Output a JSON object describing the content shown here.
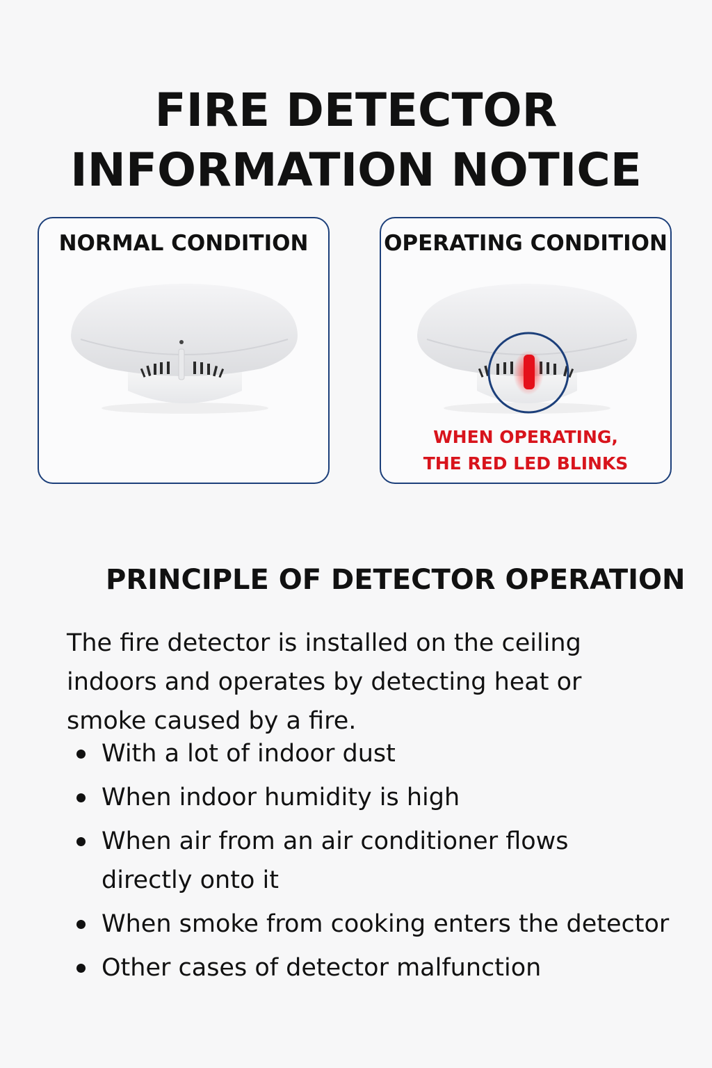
{
  "title": {
    "line1": "FIRE DETECTOR",
    "line2": "INFORMATION NOTICE"
  },
  "panels": {
    "normal": {
      "title": "NORMAL CONDITION"
    },
    "operating": {
      "title": "OPERATING CONDITION",
      "note_line1": "WHEN OPERATING,",
      "note_line2": "THE RED LED BLINKS"
    }
  },
  "colors": {
    "panel_border": "#1c3f7a",
    "led_red": "#e5101a",
    "note_red": "#d8141c"
  },
  "principle": {
    "title": "PRINCIPLE OF DETECTOR OPERATION",
    "intro": "The fire detector is installed on the ceiling indoors and operates by detecting heat or smoke caused by a fire.",
    "items": [
      "With a lot of indoor dust",
      "When indoor humidity is high",
      "When air from an air conditioner flows directly onto it",
      "When smoke from cooking enters the detector",
      "Other cases of detector malfunction"
    ]
  }
}
